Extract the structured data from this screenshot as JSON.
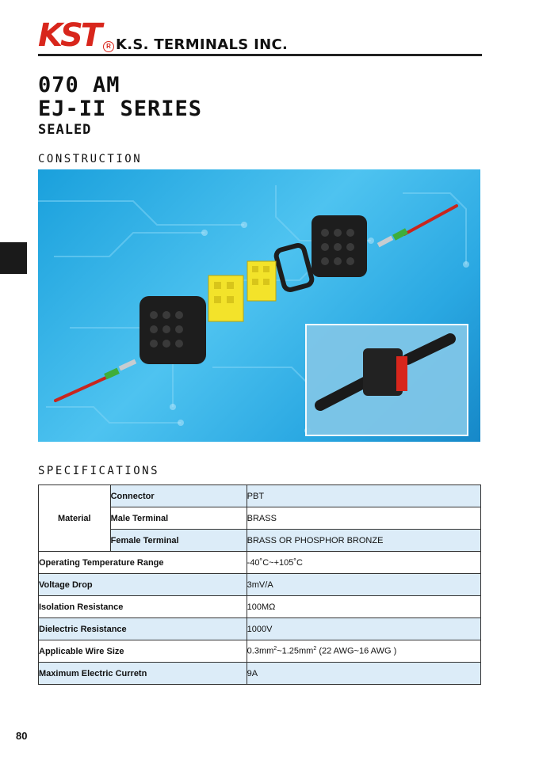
{
  "header": {
    "logo_text": "KST",
    "registered": "R",
    "company": "K.S. TERMINALS INC."
  },
  "titles": {
    "line1": "070 AM",
    "line2": "EJ-II SERIES",
    "line3": "SEALED"
  },
  "sections": {
    "construction": "CONSTRUCTION",
    "specifications": "SPECIFICATIONS"
  },
  "specs": {
    "material_label": "Material",
    "material_rows": [
      {
        "label": "Connector",
        "value": "PBT"
      },
      {
        "label": "Male Terminal",
        "value": "BRASS"
      },
      {
        "label": "Female Terminal",
        "value": "BRASS OR PHOSPHOR BRONZE"
      }
    ],
    "rows": [
      {
        "label": "Operating Temperature Range",
        "value": "-40˚C~+105˚C"
      },
      {
        "label": "Voltage Drop",
        "value": "3mV/A"
      },
      {
        "label": "Isolation Resistance",
        "value": "100MΩ"
      },
      {
        "label": "Dielectric Resistance",
        "value": "1000V"
      },
      {
        "label": "Applicable Wire Size",
        "value_a": "0.3mm",
        "value_b": "~1.25mm",
        "value_c": " (22 AWG~16 AWG )",
        "sup": "2"
      },
      {
        "label": "Maximum Electric Curretn",
        "value": "9A"
      }
    ]
  },
  "page_number": "80",
  "colors": {
    "brand_red": "#d8261c",
    "row_blue": "#dcecf8",
    "photo_blue": "#2aa8e2"
  }
}
